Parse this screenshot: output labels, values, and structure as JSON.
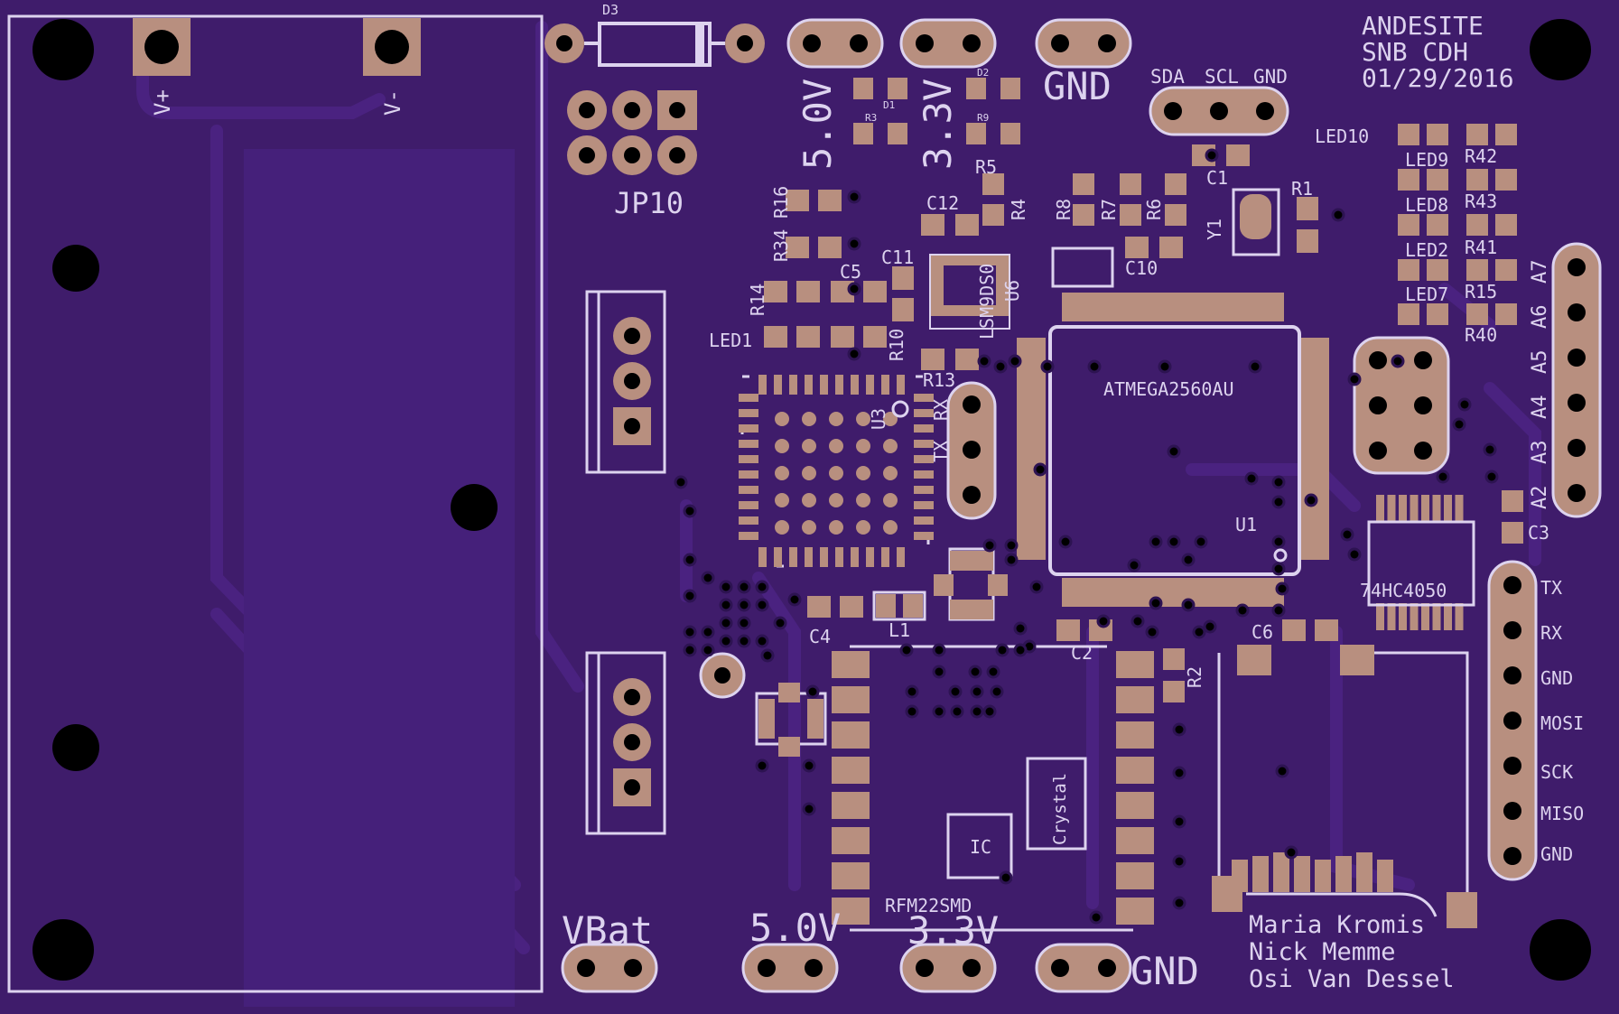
{
  "colors": {
    "board": "#3f1c6b",
    "copper": "#4a2280",
    "silk": "#ddd3ef",
    "pad": "#b88f7f",
    "drill": "#000000",
    "via_ring": "#2d1352"
  },
  "board_info": {
    "line1": "ANDESITE",
    "line2": "SNB CDH",
    "line3": "01/29/2016"
  },
  "credits": [
    "Maria Kromis",
    "Nick Memme",
    "Osi Van Dessel"
  ],
  "power_labels": {
    "v_plus": "V+",
    "v_minus": "V-",
    "top_5v": "5.0V",
    "top_3v3": "3.3V",
    "top_gnd": "GND",
    "vbat": "VBat",
    "bot_5v": "5.0V",
    "bot_3v3": "3.3V",
    "bot_gnd": "GND"
  },
  "i2c_labels": [
    "SDA",
    "SCL",
    "GND"
  ],
  "analog_labels": [
    "A7",
    "A6",
    "A5",
    "A4",
    "A3",
    "A2"
  ],
  "spi_labels": [
    "TX",
    "RX",
    "GND",
    "MOSI",
    "SCK",
    "MISO",
    "GND"
  ],
  "uart_labels": [
    "RX",
    "TX"
  ],
  "components": {
    "d3": "D3",
    "d1": "D1",
    "d2": "D2",
    "r3": "R3",
    "r9": "R9",
    "jp10": "JP10",
    "r5": "R5",
    "r4": "R4",
    "r8": "R8",
    "r7": "R7",
    "r6": "R6",
    "c1": "C1",
    "r1": "R1",
    "y1": "Y1",
    "c10": "C10",
    "c12": "C12",
    "r16": "R16",
    "r34": "R34",
    "c11": "C11",
    "c5": "C5",
    "r14": "R14",
    "led1": "LED1",
    "r10": "R10",
    "r13": "R13",
    "u3": "U3",
    "u6": "U6",
    "lsm": "LSM9DS0",
    "mcu": "ATMEGA2560AU",
    "u1": "U1",
    "led10": "LED10",
    "led9": "LED9",
    "led8": "LED8",
    "led2": "LED2",
    "led7": "LED7",
    "r42": "R42",
    "r43": "R43",
    "r41": "R41",
    "r15": "R15",
    "r40": "R40",
    "c3": "C3",
    "ic74": "74HC4050",
    "c6": "C6",
    "c2": "C2",
    "r2": "R2",
    "c4": "C4",
    "l1": "L1",
    "ic": "IC",
    "crystal": "Crystal",
    "rfm": "RFM22SMD"
  }
}
